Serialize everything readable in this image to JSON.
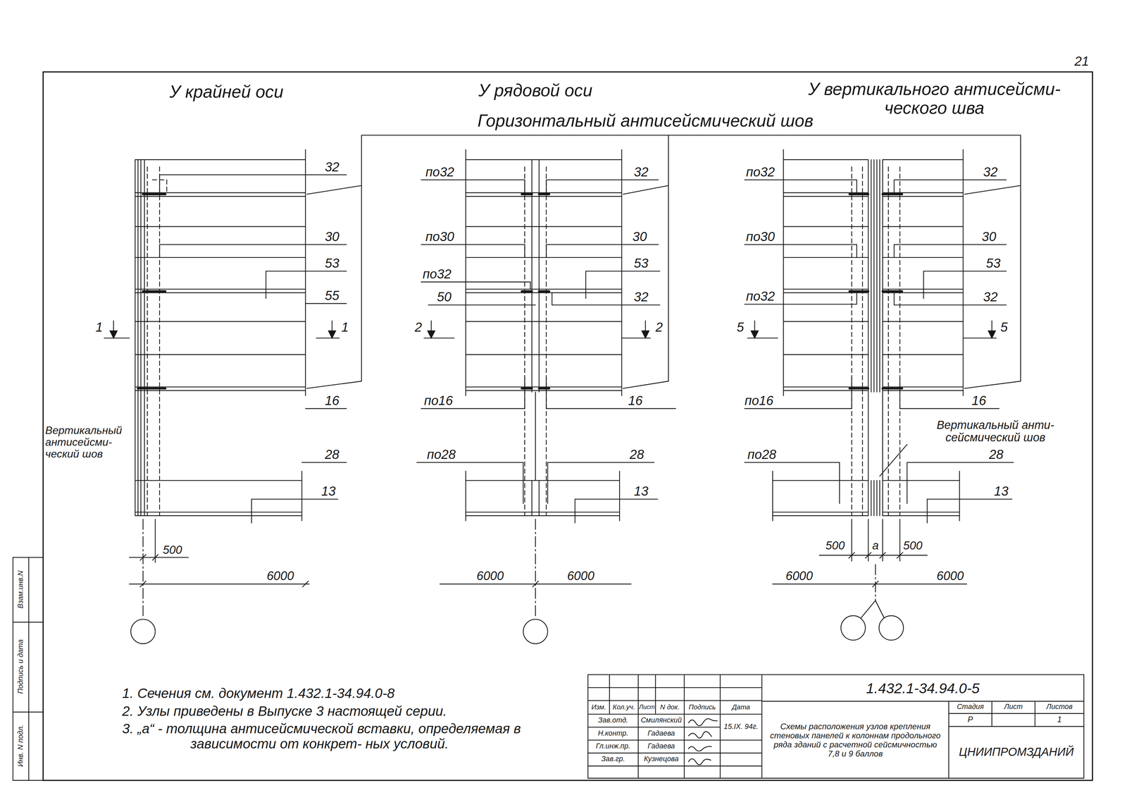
{
  "diagram": {
    "labels": [
      "21",
      "У крайней оси",
      "У рядовой оси",
      "У вертикального антисейсми- ческого шва",
      "Горизонтальный антисейсмический шов",
      "32",
      "30",
      "53",
      "55",
      "1",
      "1",
      "16",
      "Вертикальный антисейсми- ческий шов",
      "28",
      "13",
      "500",
      "6000",
      "по32",
      "32",
      "по30",
      "30",
      "по32",
      "53",
      "50",
      "32",
      "2",
      "2",
      "по16",
      "16",
      "по28",
      "28",
      "13",
      "6000",
      "6000",
      "по32",
      "32",
      "по30",
      "30",
      "53",
      "по32",
      "32",
      "5",
      "5",
      "по16",
      "16",
      "Вертикальный анти- сейсмический шов",
      "по28",
      "28",
      "13",
      "500",
      "а",
      "500",
      "6000",
      "6000",
      "1. Сечения см. документ 1.432.1-34.94.0-8",
      "2. Узлы приведены в Выпуске 3 настоящей серии.",
      "3. „а“ - толщина антисейсмической вставки, определяемая в зависимости от конкрет- ных условий.",
      "1.432.1-34.94.0-5",
      "Изм.",
      "Кол.уч.",
      "Лист",
      "N док.",
      "Подпись",
      "Дата",
      "Зав.отд.",
      "Смилянский",
      "15.IX. 94г.",
      "Н.контр.",
      "Гадаева",
      "Гл.инж.пр.",
      "Гадаева",
      "Зав.гр.",
      "Кузнецова",
      "Схемы расположения узлов крепления стеновых панелей к колоннам продольного ряда зданий с расчетной сейсмичностью 7,8 и 9 баллов",
      "Стадия",
      "Лист",
      "Листов",
      "Р",
      "1",
      "ЦНИИПРОМЗДАНИЙ",
      "Взам.инв.N",
      "Подпись и дата",
      "Инв. N подл."
    ]
  }
}
